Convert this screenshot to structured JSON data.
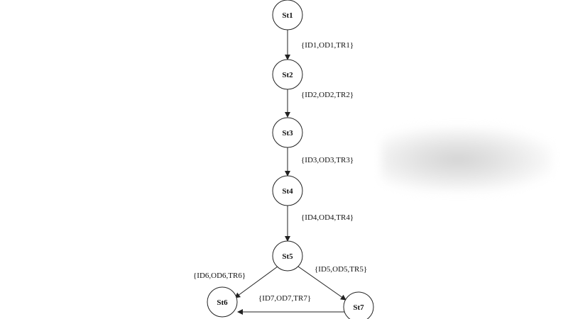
{
  "diagram": {
    "nodes": [
      {
        "id": "st1",
        "label": "St1"
      },
      {
        "id": "st2",
        "label": "St2"
      },
      {
        "id": "st3",
        "label": "St3"
      },
      {
        "id": "st4",
        "label": "St4"
      },
      {
        "id": "st5",
        "label": "St5"
      },
      {
        "id": "st6",
        "label": "St6"
      },
      {
        "id": "st7",
        "label": "St7"
      }
    ],
    "edges": [
      {
        "from": "st1",
        "to": "st2",
        "label": "{ID1,OD1,TR1}"
      },
      {
        "from": "st2",
        "to": "st3",
        "label": "{ID2,OD2,TR2}"
      },
      {
        "from": "st3",
        "to": "st4",
        "label": "{ID3,OD3,TR3}"
      },
      {
        "from": "st4",
        "to": "st5",
        "label": "{ID4,OD4,TR4}"
      },
      {
        "from": "st5",
        "to": "st7",
        "label": "{ID5,OD5,TR5}"
      },
      {
        "from": "st5",
        "to": "st6",
        "label": "{ID6,OD6,TR6}"
      },
      {
        "from": "st7",
        "to": "st6",
        "label": "{ID7,OD7,TR7}"
      }
    ]
  },
  "colors": {
    "stroke": "#222222",
    "background": "#ffffff"
  }
}
